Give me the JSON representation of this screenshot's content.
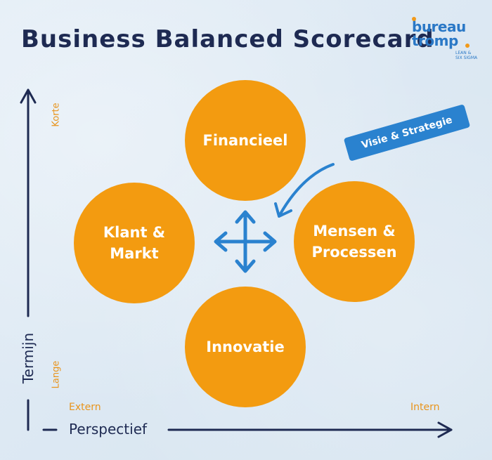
{
  "title": "Business Balanced Scorecard",
  "logo": {
    "line1": "bureau",
    "line2": "tromp",
    "tagline1": "LEAN &",
    "tagline2": "SIX SIGMA"
  },
  "circles": {
    "top": "Financieel",
    "left": "Klant &\nMarkt",
    "right": "Mensen &\nProcessen",
    "bottom": "Innovatie"
  },
  "callout": "Visie & Strategie",
  "y_axis": {
    "label": "Termijn",
    "top_end": "Korte",
    "bottom_end": "Lange"
  },
  "x_axis": {
    "label": "Perspectief",
    "left_end": "Extern",
    "right_end": "Intern"
  },
  "colors": {
    "circle": "#f39b10",
    "accent_blue": "#2a82cf",
    "navy": "#1e2a52",
    "orange_text": "#e8941c"
  },
  "icons": {
    "center": "four-way-arrows-icon",
    "callout_pointer": "curved-arrow-icon"
  }
}
